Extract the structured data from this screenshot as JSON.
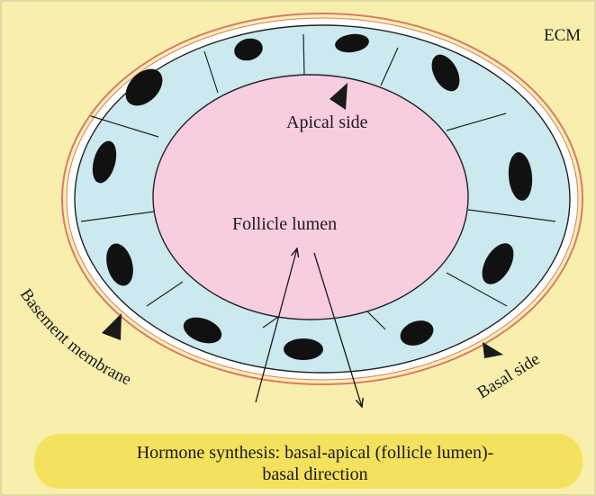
{
  "labels": {
    "ecm": "ECM",
    "apical_side": "Apical side",
    "follicle_lumen": "Follicle lumen",
    "basement_membrane": "Basement membrane",
    "basal_side": "Basal side",
    "caption_line1": "Hormone synthesis: basal-apical (follicle lumen)-",
    "caption_line2": "basal direction"
  },
  "colors": {
    "background": "#f8efad",
    "cell": "#cbe9ef",
    "lumen": "#f9cde0",
    "basement_line": "#d97a6e",
    "nucleus": "#111111",
    "caption_box": "#f4e15e"
  }
}
